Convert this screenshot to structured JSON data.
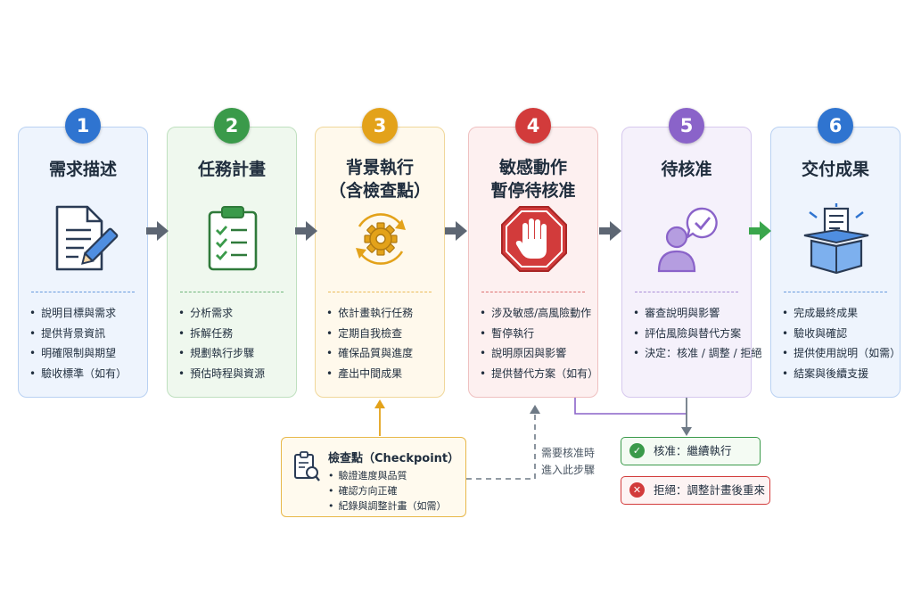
{
  "steps": [
    {
      "number": "1",
      "title": [
        "需求描述"
      ],
      "color": "#2f74d0",
      "bg": "#eef4fd",
      "border": "#b9d1f2",
      "icon": "document-pen-icon",
      "items": [
        "說明目標與需求",
        "提供背景資訊",
        "明確限制與期望",
        "驗收標準（如有）"
      ]
    },
    {
      "number": "2",
      "title": [
        "任務計畫"
      ],
      "color": "#3a9a4a",
      "bg": "#eff8ee",
      "border": "#bfe0bf",
      "icon": "clipboard-checklist-icon",
      "items": [
        "分析需求",
        "拆解任務",
        "規劃執行步驟",
        "預估時程與資源"
      ]
    },
    {
      "number": "3",
      "title": [
        "背景執行",
        "（含檢查點）"
      ],
      "color": "#e3a21a",
      "bg": "#fff9ec",
      "border": "#f0d79a",
      "icon": "gear-cycle-icon",
      "items": [
        "依計畫執行任務",
        "定期自我檢查",
        "確保品質與進度",
        "產出中間成果"
      ]
    },
    {
      "number": "4",
      "title": [
        "敏感動作",
        "暫停待核准"
      ],
      "color": "#d23b3b",
      "bg": "#fdf0f0",
      "border": "#efc0c0",
      "icon": "stop-hand-icon",
      "items": [
        "涉及敏感/高風險動作",
        "暫停執行",
        "說明原因與影響",
        "提供替代方案（如有）"
      ]
    },
    {
      "number": "5",
      "title": [
        "待核准"
      ],
      "color": "#8a63c9",
      "bg": "#f5f1fb",
      "border": "#d6c8ee",
      "icon": "person-speech-check-icon",
      "items": [
        "審查說明與影響",
        "評估風險與替代方案",
        "決定：核准 / 調整 / 拒絕"
      ]
    },
    {
      "number": "6",
      "title": [
        "交付成果"
      ],
      "color": "#2f74d0",
      "bg": "#eef4fd",
      "border": "#b9d1f2",
      "icon": "box-document-icon",
      "items": [
        "完成最終成果",
        "驗收與確認",
        "提供使用說明（如需）",
        "結案與後續支援"
      ]
    }
  ],
  "checkpoint": {
    "title": "檢查點（Checkpoint）",
    "items": [
      "驗證進度與品質",
      "確認方向正確",
      "紀錄與調整計畫（如需）"
    ]
  },
  "approval_note": [
    "需要核准時",
    "進入此步驟"
  ],
  "results": {
    "approve": "核准：繼續執行",
    "reject": "拒絕：調整計畫後重來"
  },
  "colors": {
    "arrow_gray": "#5d6673",
    "arrow_green": "#3aa64c",
    "connector_purple": "#8a63c9",
    "approve_green": "#3a9a4a",
    "reject_red": "#d23b3b"
  }
}
